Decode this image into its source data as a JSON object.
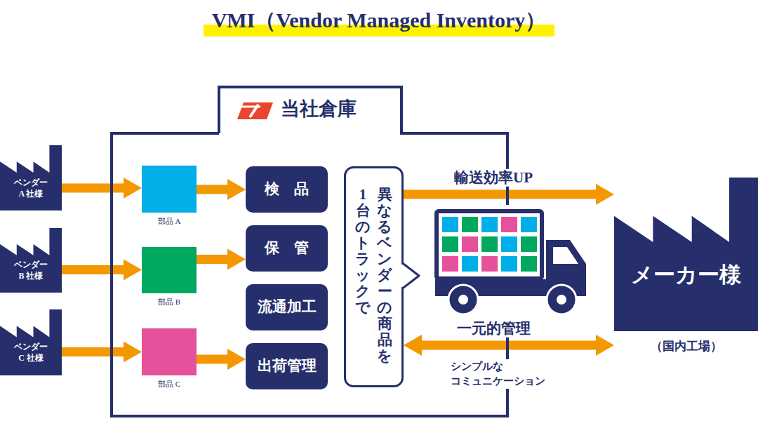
{
  "diagram": {
    "title": "VMI（Vendor Managed Inventory）",
    "nodes": [
      {
        "text": [
          "ベンダー A 社様"
        ]
      },
      {
        "text": [
          "ベンダー B 社様"
        ]
      },
      {
        "text": [
          "ベンダー C 社様"
        ]
      },
      {
        "text": [
          "当社倉庫"
        ]
      },
      {
        "text": [
          "部品 A"
        ],
        "in": 3
      },
      {
        "text": [
          "部品 B"
        ],
        "in": 3
      },
      {
        "text": [
          "部品 C"
        ],
        "in": 3
      },
      {
        "text": [
          "検　品"
        ],
        "in": 3
      },
      {
        "text": [
          "保　管"
        ],
        "in": 3
      },
      {
        "text": [
          "流通加工"
        ],
        "in": 3
      },
      {
        "text": [
          "出荷管理"
        ],
        "in": 3
      },
      {
        "text": [
          "異なるベンダーの商品を 1台のトラックで"
        ],
        "in": 3
      },
      {
        "text": [
          "メーカー様",
          "（国内工場）"
        ]
      }
    ],
    "edges": [
      {
        "from": 0,
        "to": 4,
        "arrow": "to"
      },
      {
        "from": 1,
        "to": 5,
        "arrow": "to"
      },
      {
        "from": 2,
        "to": 6,
        "arrow": "to"
      },
      {
        "from": 4,
        "to": 7,
        "arrow": "to"
      },
      {
        "from": 5,
        "to": 8,
        "arrow": "to"
      },
      {
        "from": 6,
        "to": 10,
        "arrow": "to"
      },
      {
        "from": 11,
        "to": 12,
        "label": "輸送効率UP",
        "arrow": "to"
      },
      {
        "from": 11,
        "to": 12,
        "label": "一元的管理",
        "arrow": "both"
      }
    ],
    "labels": [
      "シンプルな コミュニケーション"
    ]
  }
}
